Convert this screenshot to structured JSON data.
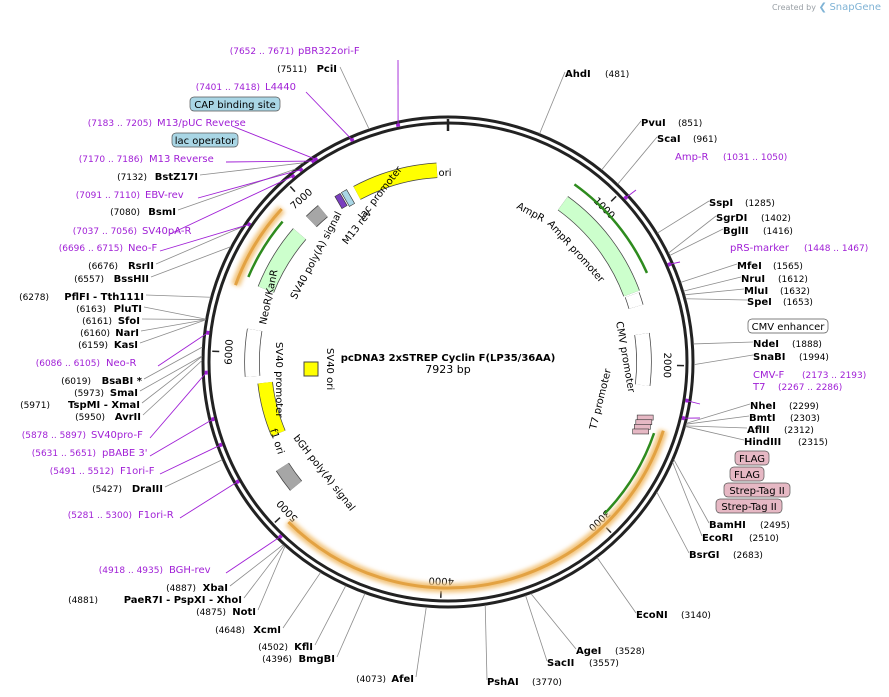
{
  "header": {
    "created_by": "Created by",
    "brand": "SnapGene"
  },
  "plasmid": {
    "name": "pcDNA3 2xSTREP Cyclin F(LP35/36AA)",
    "length": "7923 bp"
  },
  "ticks": [
    "1000",
    "2000",
    "3000",
    "4000",
    "5000",
    "6000",
    "7000"
  ],
  "sites_right": [
    {
      "name": "AhdI",
      "pos": "(481)"
    },
    {
      "name": "PvuI",
      "pos": "(851)"
    },
    {
      "name": "ScaI",
      "pos": "(961)"
    },
    {
      "name": "SspI",
      "pos": "(1285)"
    },
    {
      "name": "SgrDI",
      "pos": "(1402)"
    },
    {
      "name": "BglII",
      "pos": "(1416)"
    },
    {
      "name": "MfeI",
      "pos": "(1565)"
    },
    {
      "name": "NruI",
      "pos": "(1612)"
    },
    {
      "name": "MluI",
      "pos": "(1632)"
    },
    {
      "name": "SpeI",
      "pos": "(1653)"
    },
    {
      "name": "NdeI",
      "pos": "(1888)"
    },
    {
      "name": "SnaBI",
      "pos": "(1994)"
    },
    {
      "name": "NheI",
      "pos": "(2299)"
    },
    {
      "name": "BmtI",
      "pos": "(2303)"
    },
    {
      "name": "AflII",
      "pos": "(2312)"
    },
    {
      "name": "HindIII",
      "pos": "(2315)"
    },
    {
      "name": "BamHI",
      "pos": "(2495)"
    },
    {
      "name": "EcoRI",
      "pos": "(2510)"
    },
    {
      "name": "BsrGI",
      "pos": "(2683)"
    },
    {
      "name": "EcoNI",
      "pos": "(3140)"
    },
    {
      "name": "AgeI",
      "pos": "(3528)"
    },
    {
      "name": "SacII",
      "pos": "(3557)"
    },
    {
      "name": "PshAI",
      "pos": "(3770)"
    }
  ],
  "sites_left": [
    {
      "name": "PciI",
      "pos": "(7511)"
    },
    {
      "name": "BstZ17I",
      "pos": "(7132)"
    },
    {
      "name": "BsmI",
      "pos": "(7080)"
    },
    {
      "name": "RsrII",
      "pos": "(6676)"
    },
    {
      "name": "BssHII",
      "pos": "(6557)"
    },
    {
      "name": "PflFI - Tth111I",
      "pos": "(6278)"
    },
    {
      "name": "PluTI",
      "pos": "(6163)"
    },
    {
      "name": "SfoI",
      "pos": "(6161)"
    },
    {
      "name": "NarI",
      "pos": "(6160)"
    },
    {
      "name": "KasI",
      "pos": "(6159)"
    },
    {
      "name": "BsaBI *",
      "pos": "(6019)"
    },
    {
      "name": "SmaI",
      "pos": "(5973)"
    },
    {
      "name": "TspMI - XmaI",
      "pos": "(5971)"
    },
    {
      "name": "AvrII",
      "pos": "(5950)"
    },
    {
      "name": "DraIII",
      "pos": "(5427)"
    },
    {
      "name": "XbaI",
      "pos": "(4887)"
    },
    {
      "name": "PaeR7I - PspXI - XhoI",
      "pos": "(4881)"
    },
    {
      "name": "NotI",
      "pos": "(4875)"
    },
    {
      "name": "XcmI",
      "pos": "(4648)"
    },
    {
      "name": "KflI",
      "pos": "(4502)"
    },
    {
      "name": "BmgBI",
      "pos": "(4396)"
    },
    {
      "name": "AfeI",
      "pos": "(4073)"
    }
  ],
  "primers": [
    {
      "range": "(7652 .. 7671)",
      "name": "pBR322ori-F"
    },
    {
      "range": "(7401 .. 7418)",
      "name": "L4440"
    },
    {
      "range": "(7183 .. 7205)",
      "name": "M13/pUC Reverse"
    },
    {
      "range": "(7170 .. 7186)",
      "name": "M13 Reverse"
    },
    {
      "range": "(7091 .. 7110)",
      "name": "EBV-rev"
    },
    {
      "range": "(7037 .. 7056)",
      "name": "SV40pA-R"
    },
    {
      "range": "(6696 .. 6715)",
      "name": "Neo-F"
    },
    {
      "range": "(6086 .. 6105)",
      "name": "Neo-R"
    },
    {
      "range": "(5878 .. 5897)",
      "name": "SV40pro-F"
    },
    {
      "range": "(5631 .. 5651)",
      "name": "pBABE 3'"
    },
    {
      "range": "(5491 .. 5512)",
      "name": "F1ori-F"
    },
    {
      "range": "(5281 .. 5300)",
      "name": "F1ori-R"
    },
    {
      "range": "(4918 .. 4935)",
      "name": "BGH-rev"
    },
    {
      "range": "(1031 .. 1050)",
      "name": "Amp-R"
    },
    {
      "range": "(1448 .. 1467)",
      "name": "pRS-marker"
    },
    {
      "range": "(2173 .. 2193)",
      "name": "CMV-F"
    },
    {
      "range": "(2267 .. 2286)",
      "name": "T7"
    }
  ],
  "boxed_labels": {
    "cap_site": "CAP binding site",
    "lac_operator": "lac operator",
    "cmv_enhancer": "CMV enhancer",
    "flag1": "FLAG",
    "flag2": "FLAG",
    "strep1": "Strep-Tag II",
    "strep2": "Strep-Tag II"
  },
  "features": {
    "ori": "ori",
    "ampr": "AmpR",
    "ampr_promoter": "AmpR promoter",
    "cmv_promoter": "CMV promoter",
    "t7_promoter": "T7 promoter",
    "sv40_ori": "SV40 ori",
    "sv40_promoter": "SV40 promoter",
    "f1_ori": "f1 ori",
    "bgh": "bGH poly(A) signal",
    "neor": "NeoR/KanR",
    "sv40_polya": "SV40 poly(A) signal",
    "lac_promoter": "lac promoter",
    "m13_rev": "M13 rev"
  },
  "colors": {
    "backbone": "#222222",
    "site_line": "#8c8c8c",
    "primer": "#a01fd6",
    "ori_fill": "#ffff00",
    "ampr_fill": "#ccffcc",
    "orf_glow": "#f3c47b",
    "orf_arrow": "#2e8b1e",
    "misc_fill": "#a6a6a6",
    "boxed_cyan": "#a9d6e5",
    "boxed_pink": "#e6b8c4"
  }
}
